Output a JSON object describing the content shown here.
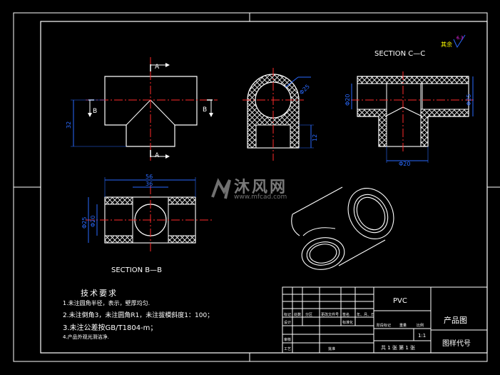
{
  "views": {
    "section_cc_label": "SECTION C—C",
    "section_bb_label": "SECTION B—B",
    "cut_a_top": "A",
    "cut_a_bottom": "A",
    "cut_b_left": "B",
    "cut_b_right": "B"
  },
  "dimensions": {
    "front_height": "32",
    "side_diameter": "Φ25",
    "side_height": "12",
    "cc_left_dia": "Φ20",
    "cc_right_dia": "Φ25",
    "cc_bottom_dia": "Φ20",
    "bb_top_dim_1": "56",
    "bb_top_dim_2": "36",
    "bb_left_dim_1": "Φ25",
    "bb_left_dim_2": "Φ20"
  },
  "roughness": {
    "label": "其余",
    "value": "6.3"
  },
  "tech_requirements": {
    "title": "技术要求",
    "items": [
      "1.未注圆角半径，表示，壁厚均匀.",
      "2.未注倒角3，未注圆角R1，未注拔模斜度1：100；",
      "3.未注公差按GB/T1804-m；",
      "4.产品外观光滑洁净."
    ]
  },
  "title_block": {
    "material": "PVC",
    "drawing_name": "产品图",
    "drawing_code": "图样代号",
    "scale": "1:1",
    "sheet_info": "共 1 张    第 1 张",
    "labels": [
      "标记",
      "处数",
      "分区",
      "更改文件号",
      "签名",
      "年、月、日",
      "设计",
      "标准化",
      "阶段标记",
      "重量",
      "比例",
      "审核",
      "工艺",
      "批准"
    ]
  },
  "watermark": {
    "brand": "沐风网",
    "url": "www.mfcad.com"
  },
  "colors": {
    "outline": "#ffffff",
    "center": "#ff2a2a",
    "dimension": "#2a6aff",
    "hatch": "#ffffff",
    "cut_line": "#ffffff"
  }
}
